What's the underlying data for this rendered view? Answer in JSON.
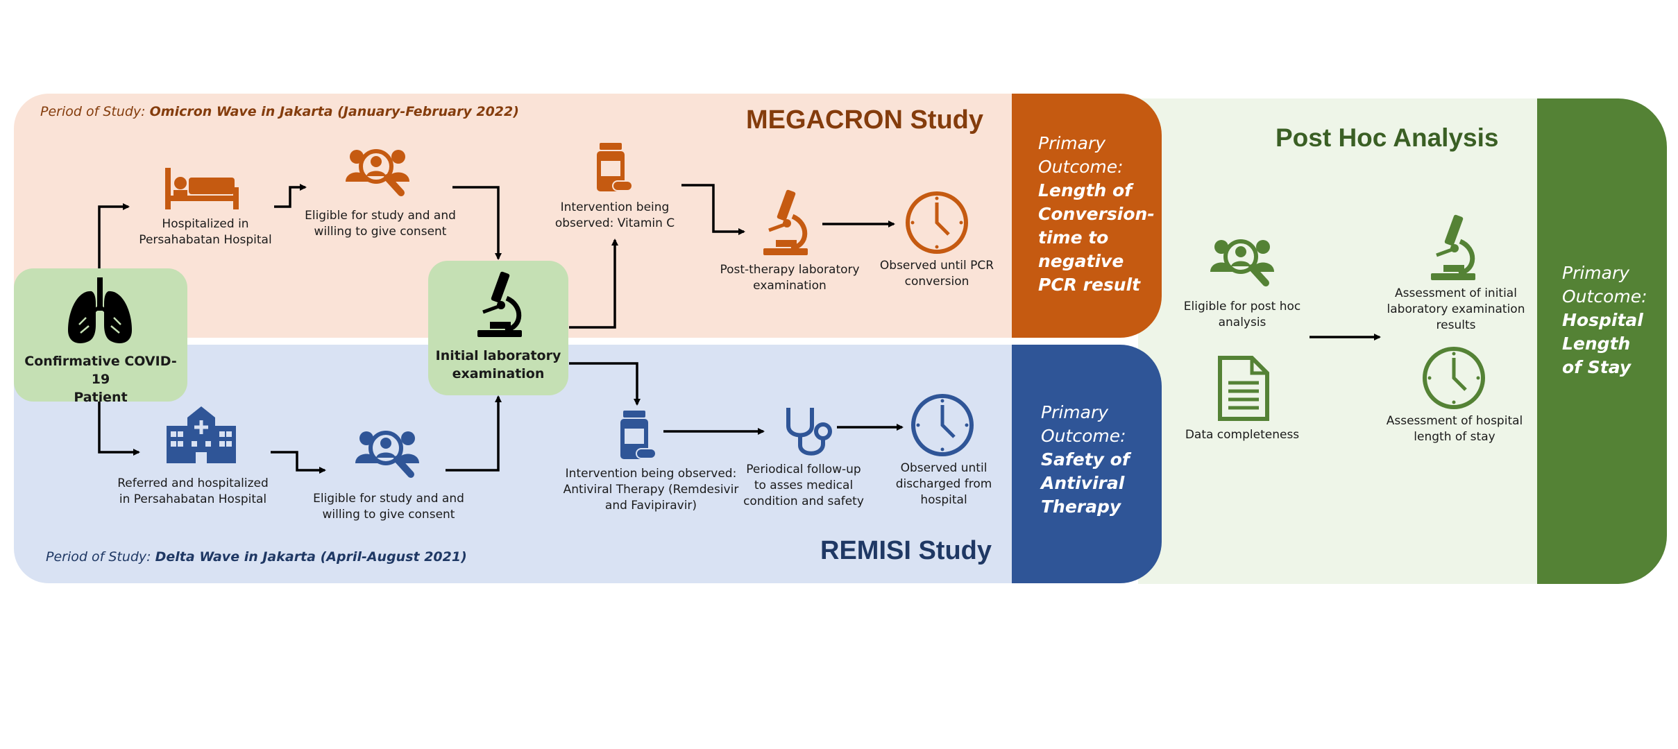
{
  "colors": {
    "orange": "#c55a11",
    "orange_bg": "#fae3d7",
    "blue": "#2f5597",
    "blue_bg": "#d9e2f3",
    "green": "#548235",
    "green_bg": "#eef5e8",
    "green_box": "#c5e0b4",
    "dark_orange_text": "#843c0c",
    "dark_blue_text": "#1f3864"
  },
  "megacron": {
    "title": "MEGACRON Study",
    "period_prefix": "Period of Study: ",
    "period_value": "Omicron Wave in Jakarta (January-February 2022)",
    "outcome_lead": "Primary Outcome:",
    "outcome_body": "Length of Conversion-time to negative PCR result",
    "steps": {
      "hospitalized": "Hospitalized in\nPersahabatan Hospital",
      "eligible": "Eligible for study and and\nwilling to give consent",
      "intervention": "Intervention being\nobserved: Vitamin C",
      "post_lab": "Post-therapy laboratory\nexamination",
      "observed": "Observed until PCR\nconversion"
    }
  },
  "remisi": {
    "title": "REMISI Study",
    "period_prefix": "Period of Study: ",
    "period_value": "Delta Wave in Jakarta (April-August 2021)",
    "outcome_lead": "Primary Outcome:",
    "outcome_body": "Safety of Antiviral Therapy",
    "steps": {
      "referred": "Referred and hospitalized\nin Persahabatan Hospital",
      "eligible": "Eligible for study and and\nwilling to give consent",
      "intervention": "Intervention being observed:\nAntiviral Therapy (Remdesivir\nand Favipiravir)",
      "followup": "Periodical follow-up\nto asses medical\ncondition and safety",
      "observed": "Observed until\ndischarged from\nhospital"
    }
  },
  "center": {
    "patient": "Confirmative COVID-19\nPatient",
    "initial_lab": "Initial laboratory\nexamination"
  },
  "posthoc": {
    "title": "Post Hoc Analysis",
    "eligible": "Eligible for post hoc\nanalysis",
    "data": "Data completeness",
    "assess_lab": "Assessment of initial\nlaboratory examination\nresults",
    "assess_los": "Assessment of hospital\nlength of stay",
    "outcome_lead": "Primary Outcome:",
    "outcome_body": "Hospital Length of Stay"
  }
}
